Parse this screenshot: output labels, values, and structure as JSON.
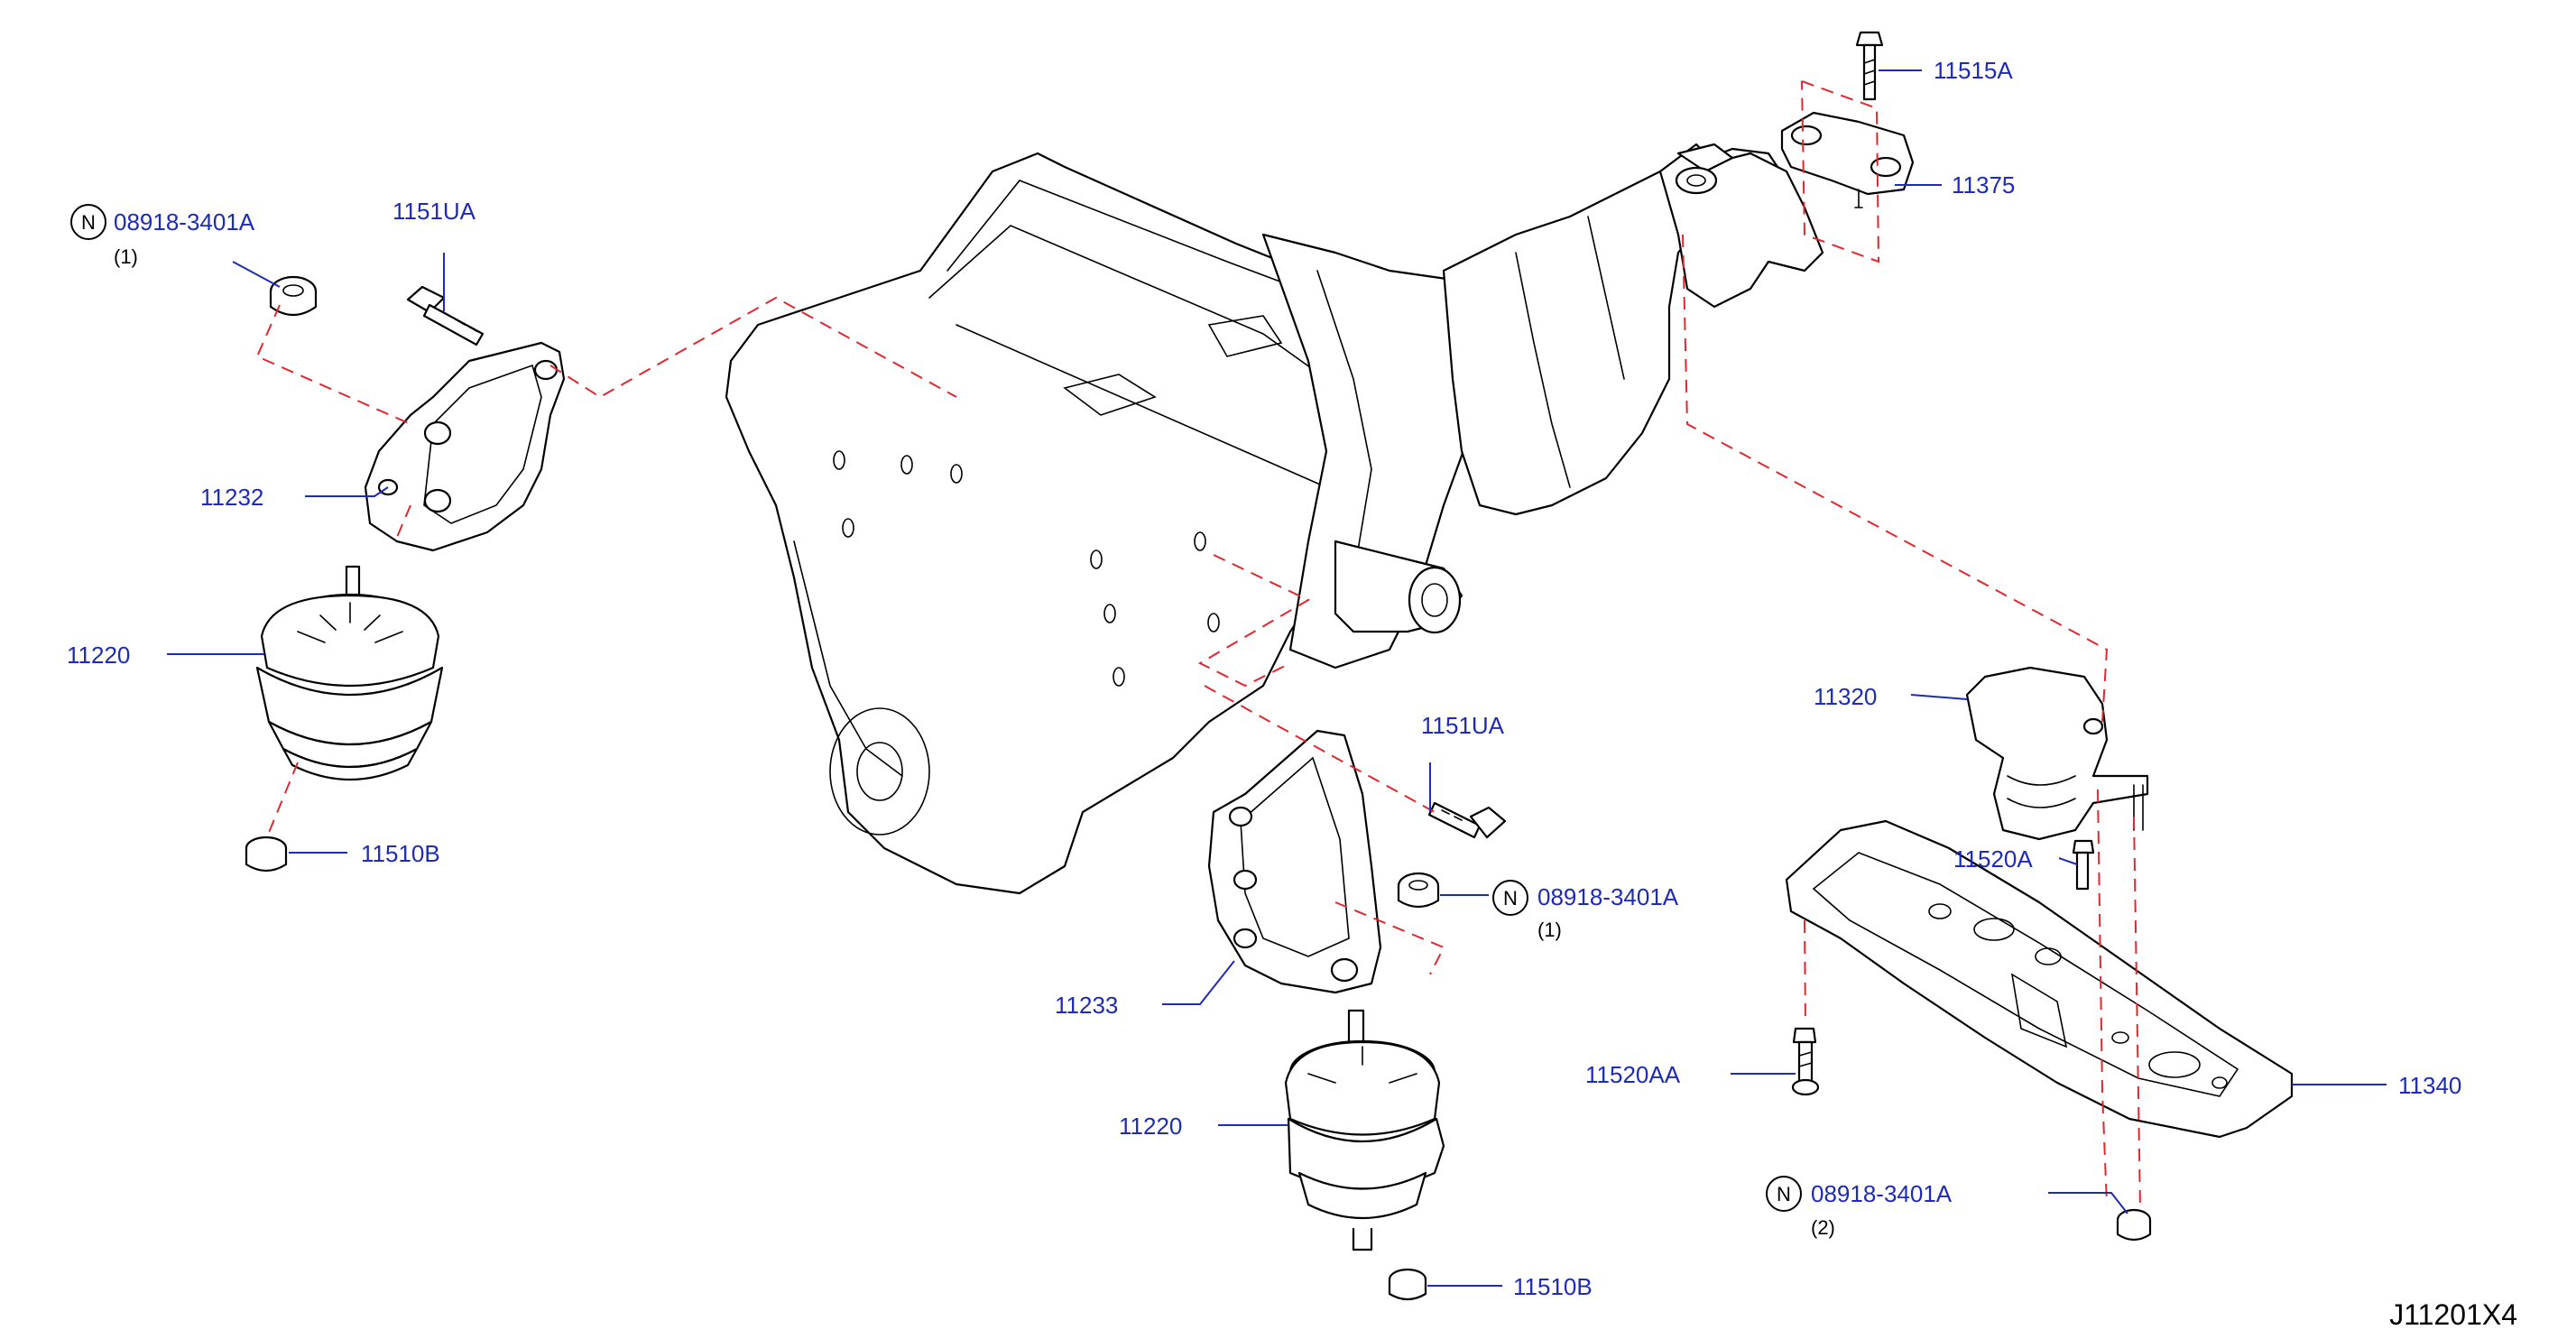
{
  "diagram_code": "J11201X4",
  "callouts": [
    {
      "id": "c1",
      "label": "08918-3401A",
      "qty": "(1)",
      "marker": "N"
    },
    {
      "id": "c2",
      "label": "1151UA"
    },
    {
      "id": "c3",
      "label": "11232"
    },
    {
      "id": "c4",
      "label": "11220"
    },
    {
      "id": "c5",
      "label": "11510B"
    },
    {
      "id": "c6",
      "label": "11515A"
    },
    {
      "id": "c7",
      "label": "11375"
    },
    {
      "id": "c8",
      "label": "1151UA"
    },
    {
      "id": "c9",
      "label": "08918-3401A",
      "qty": "(1)",
      "marker": "N"
    },
    {
      "id": "c10",
      "label": "11233"
    },
    {
      "id": "c11",
      "label": "11220"
    },
    {
      "id": "c12",
      "label": "11510B"
    },
    {
      "id": "c13",
      "label": "11320"
    },
    {
      "id": "c14",
      "label": "11520A"
    },
    {
      "id": "c15",
      "label": "11520AA"
    },
    {
      "id": "c16",
      "label": "11340"
    },
    {
      "id": "c17",
      "label": "08918-3401A",
      "qty": "(2)",
      "marker": "N"
    }
  ],
  "colors": {
    "label": "#1d2bb8",
    "dashed_guide": "#e0282e",
    "line": "#000000"
  }
}
